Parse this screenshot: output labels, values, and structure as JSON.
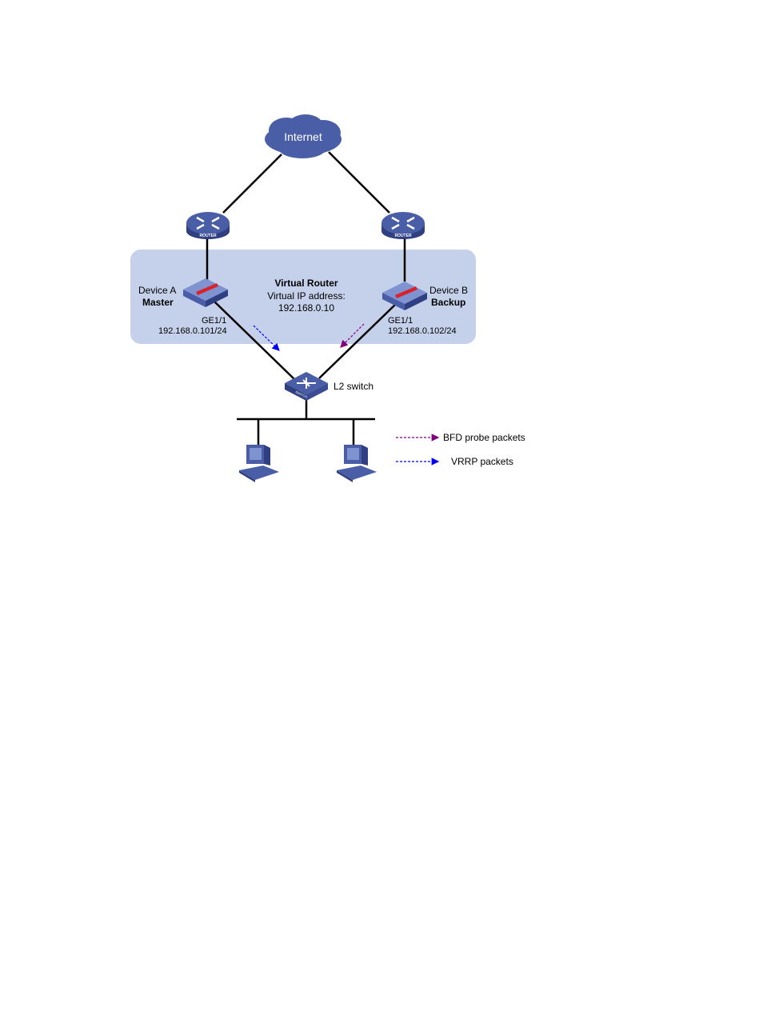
{
  "cloud": {
    "label": "Internet"
  },
  "routers": [
    {
      "icon": "router-icon",
      "label": "ROUTER"
    },
    {
      "icon": "router-icon",
      "label": "ROUTER"
    }
  ],
  "virtual_router": {
    "title": "Virtual Router",
    "ip_label": "Virtual IP address:",
    "ip": "192.168.0.10",
    "fill": "#c5d1ea"
  },
  "device_a": {
    "name": "Device A",
    "role": "Master",
    "interface": "GE1/1",
    "ip": "192.168.0.101/24"
  },
  "device_b": {
    "name": "Device B",
    "role": "Backup",
    "interface": "GE1/1",
    "ip": "192.168.0.102/24"
  },
  "switch": {
    "label": "L2 switch",
    "icon_label": "SWITCH"
  },
  "legend": {
    "bfd": {
      "label": "BFD probe packets",
      "color": "#800080"
    },
    "vrrp": {
      "label": "VRRP packets",
      "color": "#0000ff"
    }
  },
  "colors": {
    "device": "#4a5ea8",
    "device_light": "#7f93d1",
    "device_dark": "#2f3f82"
  }
}
